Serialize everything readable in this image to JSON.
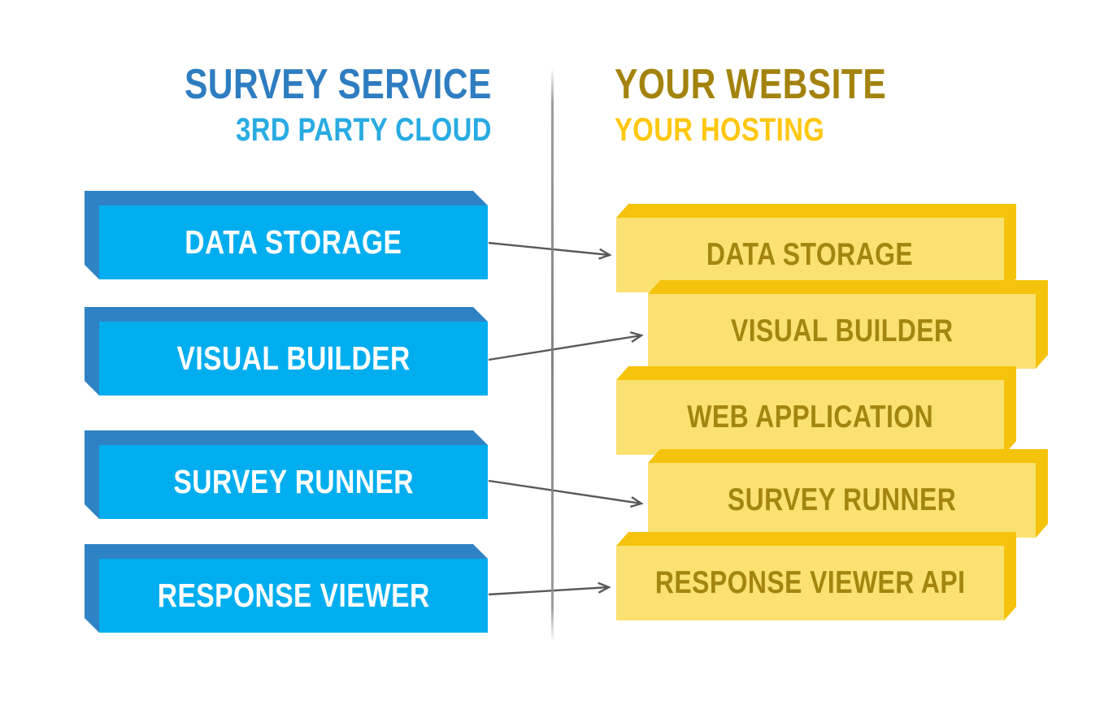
{
  "page": {
    "background": "#FFFFFF"
  },
  "left_panel": {
    "title": "SURVEY SERVICE",
    "subtitle": "3RD PARTY CLOUD",
    "colors": {
      "title": "#2E7DC1",
      "subtitle": "#29ABE2",
      "box_front": "#00AEEF",
      "box_side": "#2F83C5",
      "box_text": "#FFFFFF"
    },
    "boxes": [
      {
        "label": "DATA STORAGE"
      },
      {
        "label": "VISUAL BUILDER"
      },
      {
        "label": "SURVEY RUNNER"
      },
      {
        "label": "RESPONSE VIEWER"
      }
    ]
  },
  "right_panel": {
    "title": "YOUR WEBSITE",
    "subtitle": "YOUR HOSTING",
    "colors": {
      "title": "#A3830D",
      "subtitle": "#FFC70E",
      "box_front": "#FBE171",
      "box_side": "#F5C30B",
      "box_text": "#A3850F"
    },
    "boxes": [
      {
        "label": "DATA STORAGE"
      },
      {
        "label": "VISUAL BUILDER"
      },
      {
        "label": "WEB APPLICATION"
      },
      {
        "label": "SURVEY RUNNER"
      },
      {
        "label": "RESPONSE VIEWER API"
      }
    ]
  },
  "connections": [
    {
      "from": "DATA STORAGE",
      "to": "DATA STORAGE"
    },
    {
      "from": "VISUAL BUILDER",
      "to": "VISUAL BUILDER"
    },
    {
      "from": "SURVEY RUNNER",
      "to": "SURVEY RUNNER"
    },
    {
      "from": "RESPONSE VIEWER",
      "to": "RESPONSE VIEWER API"
    }
  ],
  "divider_color": "#8C8C8C",
  "arrow_color": "#58595B"
}
